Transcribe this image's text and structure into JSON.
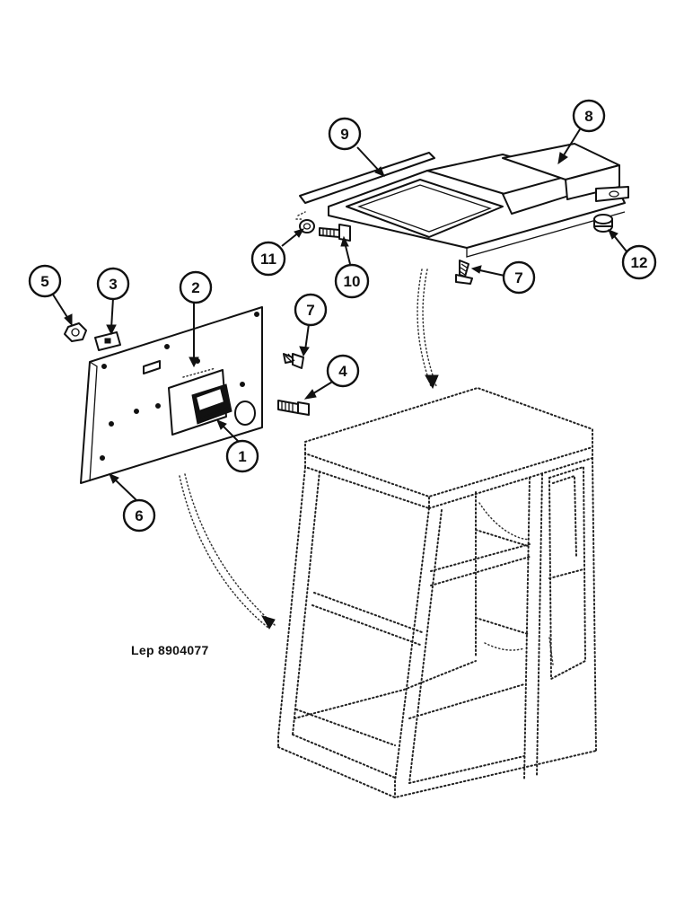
{
  "reference": "Lep 8904077",
  "callouts": [
    {
      "id": "c1",
      "label": "1"
    },
    {
      "id": "c2",
      "label": "2"
    },
    {
      "id": "c3",
      "label": "3"
    },
    {
      "id": "c4",
      "label": "4"
    },
    {
      "id": "c5",
      "label": "5"
    },
    {
      "id": "c6",
      "label": "6"
    },
    {
      "id": "c7a",
      "label": "7"
    },
    {
      "id": "c7b",
      "label": "7"
    },
    {
      "id": "c8",
      "label": "8"
    },
    {
      "id": "c9",
      "label": "9"
    },
    {
      "id": "c10",
      "label": "10"
    },
    {
      "id": "c11",
      "label": "11"
    },
    {
      "id": "c12",
      "label": "12"
    }
  ]
}
